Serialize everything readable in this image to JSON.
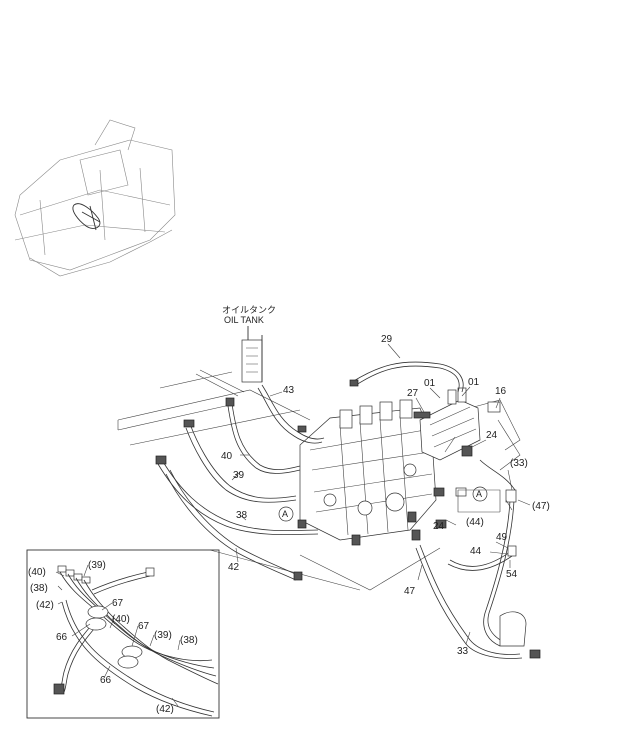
{
  "oil_tank": {
    "jp": "オイルタンク",
    "en": "OIL TANK"
  },
  "callout_a": "A",
  "main_labels": {
    "l29": "29",
    "l01a": "01",
    "l01b": "01",
    "l16": "16",
    "l27": "27",
    "l43": "43",
    "l24a": "24",
    "l40": "40",
    "l39": "39",
    "l33p": "(33)",
    "l47p": "(47)",
    "l38": "38",
    "l42": "42",
    "l24b": "24",
    "l44p": "(44)",
    "l49": "49",
    "l44": "44",
    "l54": "54",
    "l47": "47",
    "l33": "33"
  },
  "inset_labels": {
    "i40a": "(40)",
    "i39a": "(39)",
    "i38a": "(38)",
    "i42a": "(42)",
    "i67a": "67",
    "i40b": "(40)",
    "i67b": "67",
    "i66a": "66",
    "i39b": "(39)",
    "i38b": "(38)",
    "i66b": "66",
    "i42b": "(42)"
  }
}
